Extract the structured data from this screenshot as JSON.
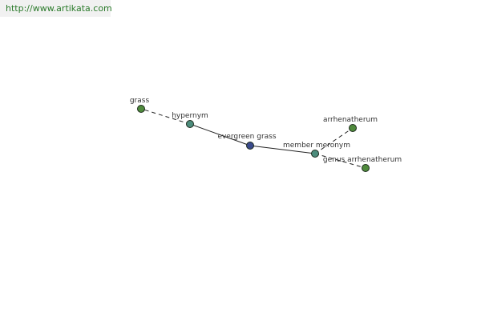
{
  "banner": {
    "url": "http://www.artikata.com"
  },
  "colors": {
    "center_node": "#3a4a8c",
    "relation_node": "#4c8c7c",
    "word_node": "#4f8a3c",
    "edge": "#222222",
    "banner_bg": "#f1f1f1",
    "banner_text": "#2a7a2a"
  },
  "graph": {
    "nodes": [
      {
        "id": "evergreen-grass",
        "label": "evergreen grass",
        "kind": "center"
      },
      {
        "id": "hypernym",
        "label": "hypernym",
        "kind": "relation"
      },
      {
        "id": "member-meronym",
        "label": "member meronym",
        "kind": "relation"
      },
      {
        "id": "grass",
        "label": "grass",
        "kind": "word"
      },
      {
        "id": "arrhenatherum",
        "label": "arrhenatherum",
        "kind": "word"
      },
      {
        "id": "genus-arrhenatherum",
        "label": "genus arrhenatherum",
        "kind": "word"
      }
    ],
    "edges": [
      {
        "from": "evergreen-grass",
        "to": "hypernym",
        "style": "solid"
      },
      {
        "from": "evergreen-grass",
        "to": "member-meronym",
        "style": "solid"
      },
      {
        "from": "hypernym",
        "to": "grass",
        "style": "dashed"
      },
      {
        "from": "member-meronym",
        "to": "arrhenatherum",
        "style": "dashed"
      },
      {
        "from": "member-meronym",
        "to": "genus-arrhenatherum",
        "style": "dashed"
      }
    ]
  }
}
